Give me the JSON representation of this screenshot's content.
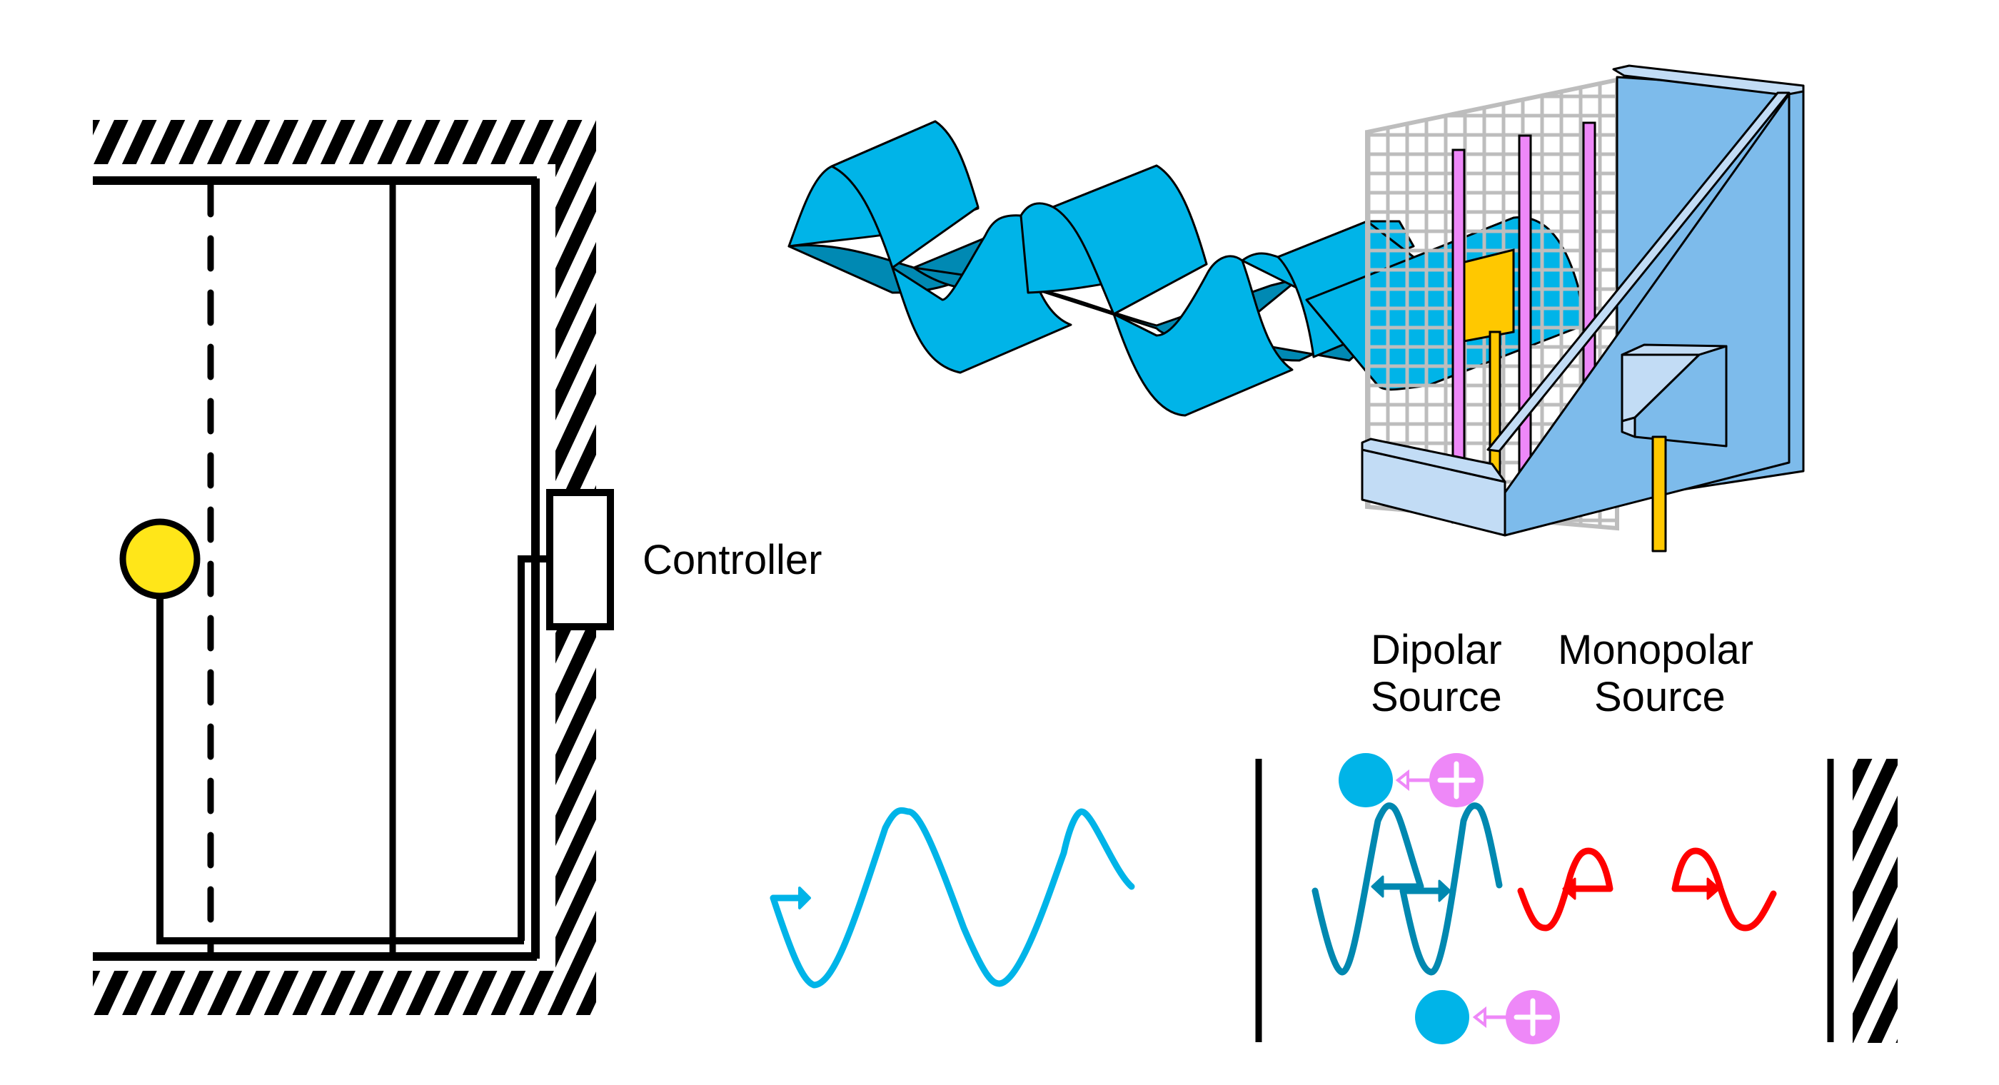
{
  "labels": {
    "controller": "Controller",
    "dipolar_line1": "Dipolar",
    "dipolar_line2": "Source",
    "monopolar_line1": "Monopolar",
    "monopolar_line2": "Source"
  },
  "colors": {
    "ink": "#000000",
    "sensor_yellow": "#FFE619",
    "wave_light_blue": "#00B4E8",
    "wave_dark_blue": "#0089B3",
    "wave_teal": "#0088B0",
    "wave_red": "#FF0000",
    "pink": "#EE88F8",
    "panel_blue": "#7DBBEB",
    "panel_light": "#C2DCF5",
    "gold": "#FFC800",
    "grid_gray": "#BDBDBD"
  },
  "icons": {
    "charge_pair_top": [
      "negative-charge-icon",
      "arrow-left-icon",
      "positive-charge-icon"
    ],
    "charge_pair_bottom": [
      "negative-charge-icon",
      "arrow-left-icon",
      "positive-charge-icon"
    ]
  }
}
